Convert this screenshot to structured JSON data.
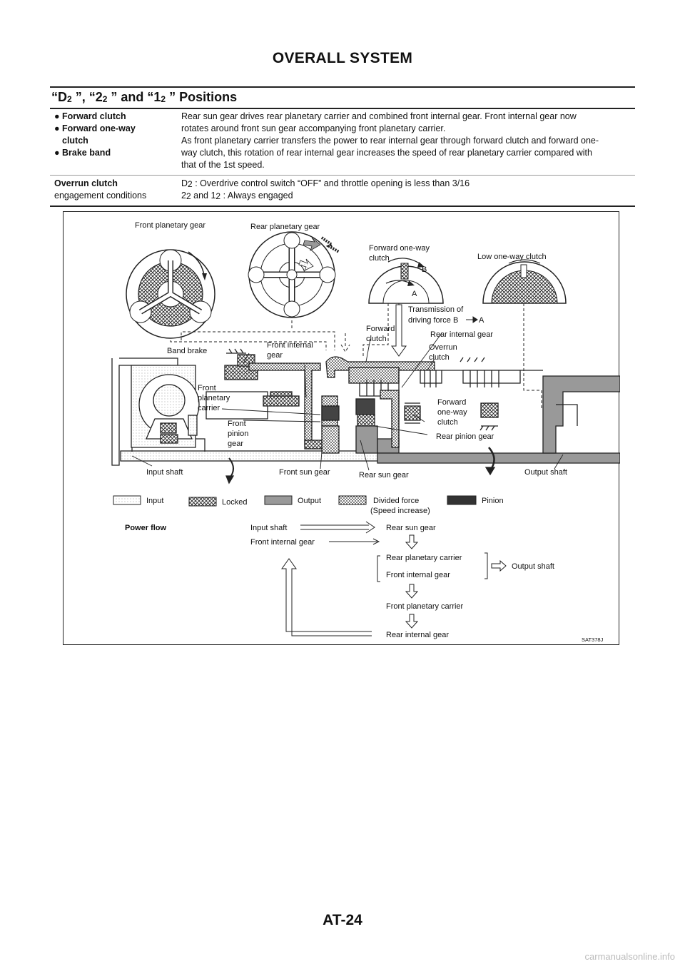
{
  "page": {
    "title": "OVERALL SYSTEM",
    "section_heading": {
      "q1": "“D",
      "s1": "2",
      "m1": " ”, “2",
      "s2": "2",
      "m2": " ” and “1",
      "s3": "2",
      "m3": " ” Positions"
    },
    "page_number": "AT-24",
    "watermark": "carmanualsonline.info"
  },
  "spec_table": {
    "row1": {
      "components": [
        "Forward clutch",
        "Forward one-way",
        "clutch",
        "Brake band"
      ],
      "description": [
        "Rear sun gear drives rear planetary carrier and combined front internal gear. Front internal gear now",
        "rotates around front sun gear accompanying front planetary carrier.",
        "As front planetary carrier transfers the power to rear internal gear through forward clutch and forward one-",
        "way clutch, this rotation of rear internal gear increases the speed of rear planetary carrier compared with",
        "that of the 1st speed."
      ]
    },
    "row2": {
      "label_bold": "Overrun clutch",
      "label_rest": "engagement conditions",
      "line1": {
        "a": "D",
        "a_sub": "2",
        "b": " : Overdrive control switch “OFF” and throttle opening is less than 3/16"
      },
      "line2": {
        "a": "2",
        "a_sub": "2",
        "b": "  and 1",
        "b_sub": "2",
        "c": " : Always engaged"
      }
    }
  },
  "figure": {
    "id": "SAT378J",
    "labels": {
      "front_planetary_gear": "Front planetary gear",
      "rear_planetary_gear": "Rear planetary gear",
      "forward_one_way_clutch_1": "Forward one-way",
      "forward_one_way_clutch_2": "clutch",
      "low_one_way_clutch": "Low one-way clutch",
      "b": "B",
      "a": "A",
      "transmission_1": "Transmission of",
      "transmission_2": "driving force B",
      "transmission_3": "A",
      "forward_clutch_1": "Forward",
      "forward_clutch_2": "clutch",
      "rear_internal_gear": "Rear internal gear",
      "band_brake": "Band brake",
      "front_internal_gear_1": "Front internal",
      "front_internal_gear_2": "gear",
      "overrun_clutch_1": "Overrun",
      "overrun_clutch_2": "clutch",
      "front_planetary_carrier_1": "Front",
      "front_planetary_carrier_2": "planetary",
      "front_planetary_carrier_3": "carrier",
      "forward_owc_1": "Forward",
      "forward_owc_2": "one-way",
      "forward_owc_3": "clutch",
      "front_pinion_gear_1": "Front",
      "front_pinion_gear_2": "pinion",
      "front_pinion_gear_3": "gear",
      "rear_pinion_gear": "Rear pinion gear",
      "input_shaft": "Input shaft",
      "front_sun_gear": "Front sun gear",
      "rear_sun_gear": "Rear sun gear",
      "output_shaft": "Output shaft"
    },
    "legend": {
      "input": "Input",
      "locked": "Locked",
      "output": "Output",
      "divided_1": "Divided force",
      "divided_2": "(Speed increase)",
      "pinion": "Pinion"
    },
    "power_flow": {
      "title": "Power flow",
      "input_shaft": "Input shaft",
      "rear_sun_gear": "Rear sun gear",
      "front_internal_gear": "Front internal gear",
      "rear_planetary_carrier": "Rear planetary carrier",
      "front_internal_gear_2": "Front internal gear",
      "output_shaft": "Output shaft",
      "front_planetary_carrier": "Front planetary carrier",
      "rear_internal_gear": "Rear internal gear"
    }
  }
}
